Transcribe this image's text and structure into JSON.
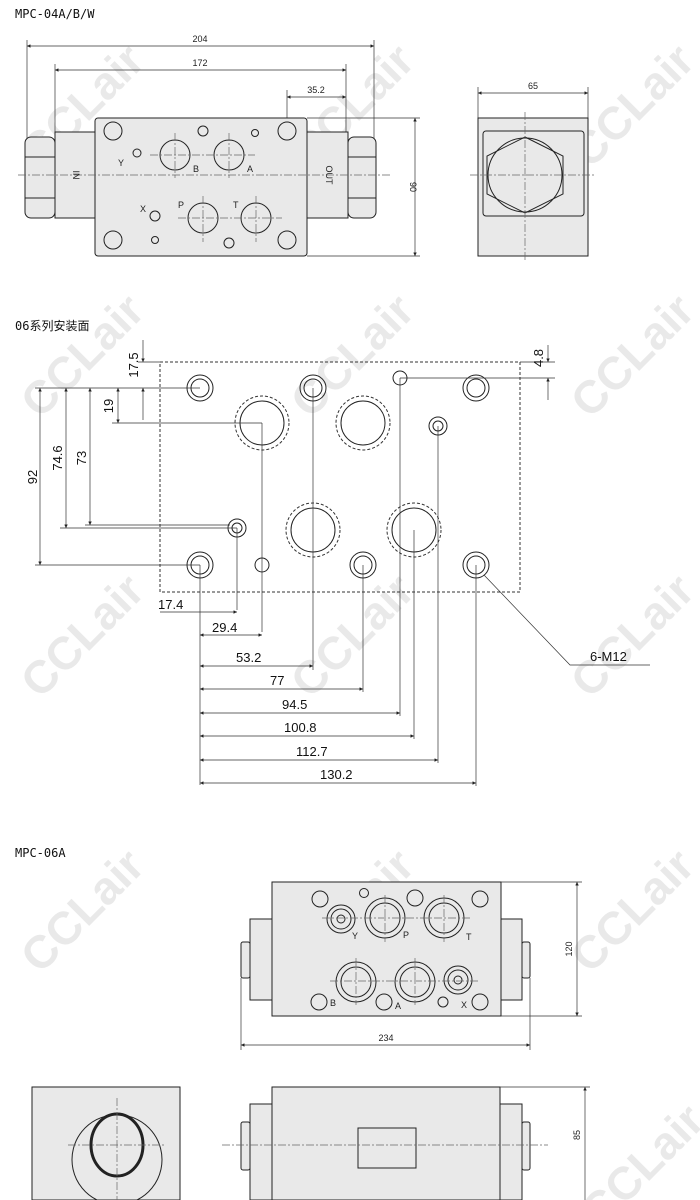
{
  "watermark": "CCLair",
  "section1": {
    "title": "MPC-04A/B/W",
    "dims": {
      "overall": "204",
      "body": "172",
      "offset": "35.2",
      "height": "90",
      "side_width": "65"
    },
    "labels": {
      "in": "IN",
      "out": "OUT",
      "y": "Y",
      "b": "B",
      "a": "A",
      "x": "X",
      "p": "P",
      "t": "T"
    }
  },
  "section2": {
    "title": "06系列安装面",
    "vertical_dims": {
      "d92": "92",
      "d74_6": "74.6",
      "d73": "73",
      "d19": "19",
      "d17_5": "17.5",
      "d4_8": "4.8"
    },
    "horizontal_dims": [
      "17.4",
      "29.4",
      "53.2",
      "77",
      "94.5",
      "100.8",
      "112.7",
      "130.2"
    ],
    "thread_callout": "6-M12"
  },
  "section3": {
    "title": "MPC-06A",
    "dims": {
      "height": "120",
      "length": "234",
      "side_height": "85"
    },
    "labels": {
      "y": "Y",
      "p": "P",
      "t": "T",
      "b": "B",
      "a": "A",
      "x": "X"
    }
  }
}
